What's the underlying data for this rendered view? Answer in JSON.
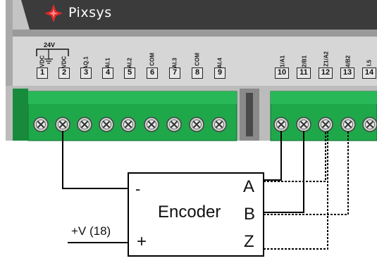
{
  "device": {
    "brand": "Pixsys",
    "supply_label": "24V",
    "terminals": [
      {
        "number": "1",
        "label": "+VDC"
      },
      {
        "number": "2",
        "label": "-VDC"
      },
      {
        "number": "3",
        "label": "AQ.1"
      },
      {
        "number": "4",
        "label": "AI.1"
      },
      {
        "number": "5",
        "label": "AI.2"
      },
      {
        "number": "6",
        "label": "AI COM"
      },
      {
        "number": "7",
        "label": "AI.3"
      },
      {
        "number": "8",
        "label": "AI COM"
      },
      {
        "number": "9",
        "label": "AI.4"
      },
      {
        "number": "10",
        "label": "I.1/A1"
      },
      {
        "number": "11",
        "label": "I.2/B1"
      },
      {
        "number": "12",
        "label": "I.3 Z1/A2"
      },
      {
        "number": "13",
        "label": "I.4/B2"
      },
      {
        "number": "14",
        "label": "I.5"
      }
    ]
  },
  "encoder": {
    "title": "Encoder",
    "minus": "-",
    "plus": "+",
    "outputs": [
      "A",
      "B",
      "Z"
    ],
    "supply_input": "+V (18)"
  },
  "colors": {
    "housing": "#bdbdbd",
    "header": "#3a3a3a",
    "terminal_block": "#1fa84a",
    "wire": "#000000"
  }
}
